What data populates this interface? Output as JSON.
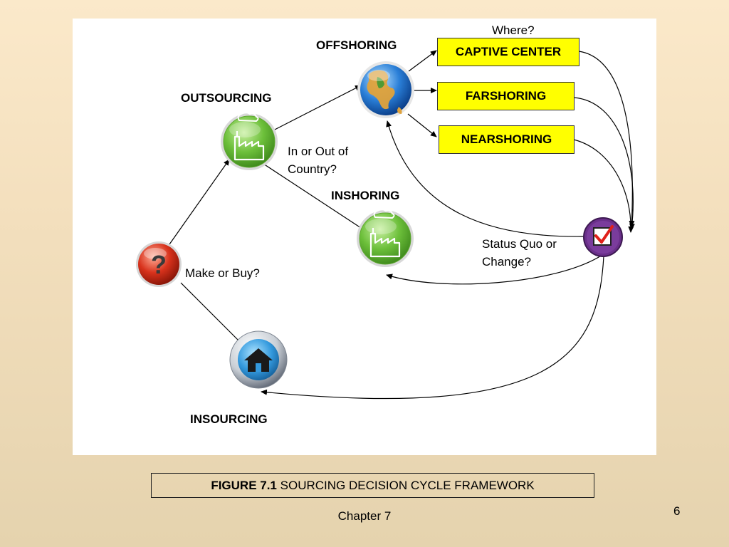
{
  "diagram": {
    "nodes": {
      "outsourcing": {
        "label": "OUTSOURCING",
        "icon": "factory-icon",
        "color": "#6cbf3a"
      },
      "offshoring": {
        "label": "OFFSHORING",
        "icon": "globe-icon",
        "color": "#2a7fd8"
      },
      "inshoring": {
        "label": "INSHORING",
        "icon": "factory-icon",
        "color": "#6cbf3a"
      },
      "insourcing": {
        "label": "INSOURCING",
        "icon": "house-icon",
        "color": "#3399dd"
      },
      "decision": {
        "icon": "question-mark-icon",
        "color": "#d8321c"
      },
      "status": {
        "icon": "checkbox-icon",
        "color": "#7a3c9c"
      }
    },
    "boxes": [
      {
        "label": "CAPTIVE CENTER"
      },
      {
        "label": "FARSHORING"
      },
      {
        "label": "NEARSHORING"
      }
    ],
    "box_color": "#ffff00",
    "annotations": {
      "where": "Where?",
      "in_or_out_line1": "In or Out of",
      "in_or_out_line2": "Country?",
      "make_or_buy": "Make or Buy?",
      "status_quo_line1": "Status Quo or",
      "status_quo_line2": "Change?"
    }
  },
  "caption": {
    "prefix": "FIGURE 7.1",
    "text": " SOURCING DECISION CYCLE FRAMEWORK"
  },
  "footer": {
    "chapter": "Chapter 7",
    "page_number": "6"
  }
}
